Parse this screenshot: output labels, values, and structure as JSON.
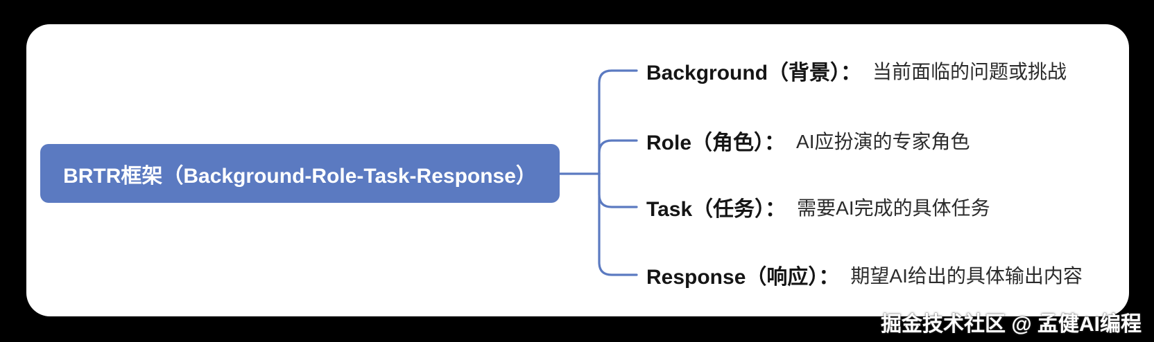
{
  "page": {
    "background_color": "#000000"
  },
  "card": {
    "background_color": "#ffffff"
  },
  "diagram": {
    "connector_color": "#5b7ac1",
    "root": {
      "label": "BRTR框架（Background-Role-Task-Response）",
      "fill_color": "#5b7ac1",
      "text_color": "#ffffff"
    },
    "branches": [
      {
        "label": "Background（背景）：",
        "description": "当前面临的问题或挑战"
      },
      {
        "label": "Role（角色）：",
        "description": "AI应扮演的专家角色"
      },
      {
        "label": "Task（任务）：",
        "description": "需要AI完成的具体任务"
      },
      {
        "label": "Response（响应）：",
        "description": "期望AI给出的具体输出内容"
      }
    ]
  },
  "watermark": {
    "text": "掘金技术社区 @ 孟健AI编程"
  }
}
